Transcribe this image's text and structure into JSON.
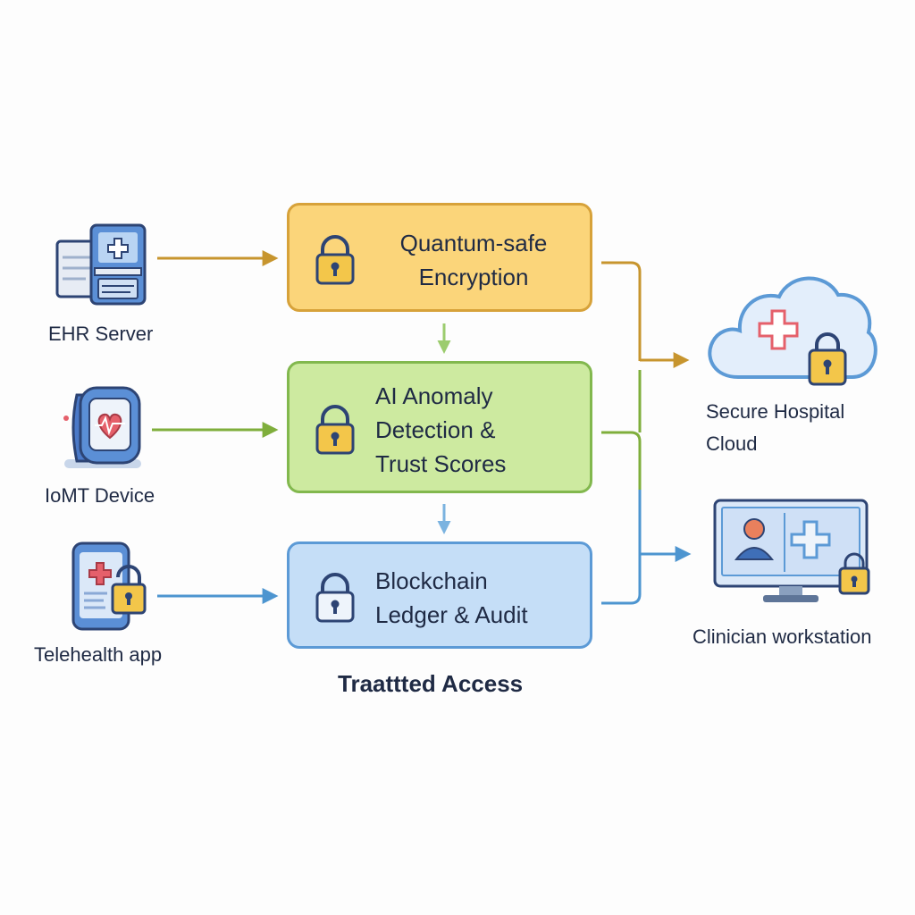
{
  "sources": {
    "ehr_server": {
      "label": "EHR Server",
      "icon": "server-icon"
    },
    "iomt_device": {
      "label": "IoMT Device",
      "icon": "wearable-icon"
    },
    "telehealth_app": {
      "label": "Telehealth app",
      "icon": "smartphone-icon"
    }
  },
  "processes": {
    "encryption": {
      "label": "Quantum-safe\nEncryption",
      "icon": "lock-icon"
    },
    "anomaly": {
      "label": "AI Anomaly\nDetection &\nTrust Scores",
      "icon": "lock-icon"
    },
    "blockchain": {
      "label": "Blockchain\nLedger & Audit",
      "icon": "lock-icon"
    }
  },
  "destinations": {
    "hospital_cloud": {
      "label": "Secure Hospital\n  Cloud",
      "icon": "cloud-icon"
    },
    "clinician_workstation": {
      "label": "Clinician workstation",
      "icon": "monitor-icon"
    }
  },
  "footer": {
    "caption": "Traattted Access"
  },
  "colors": {
    "encryption_fill": "#fbd57a",
    "anomaly_fill": "#cdeaa0",
    "blockchain_fill": "#c5def7",
    "lock_gold": "#f3c64a",
    "text_navy": "#1f2a44"
  }
}
